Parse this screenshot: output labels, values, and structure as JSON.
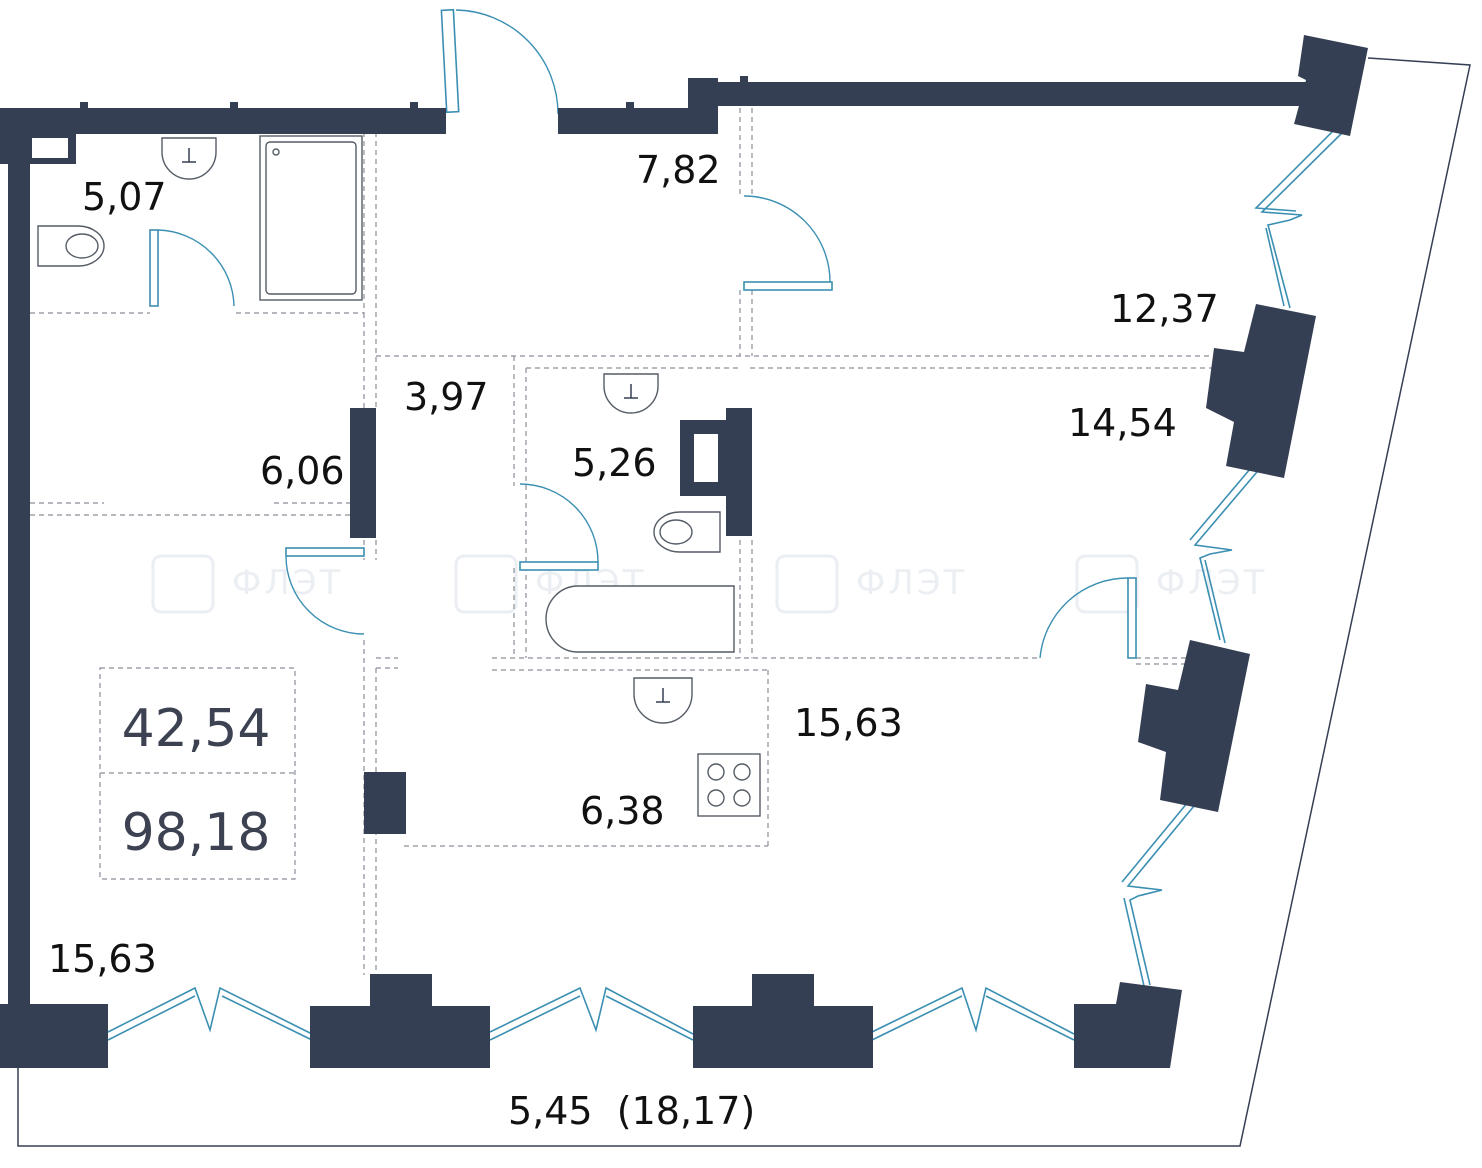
{
  "rooms": {
    "bathroom_left": "5,07",
    "entrance_hall": "7,82",
    "bedroom_top_right": "12,37",
    "bedroom_right": "14,54",
    "corridor": "3,97",
    "bathroom_center": "5,26",
    "wardrobe": "6,06",
    "living_room": "15,63",
    "kitchen": "6,38",
    "room_bottom_left": "15,63",
    "balcony": "5,45  (18,17)"
  },
  "summary": {
    "living_area": "42,54",
    "total_area": "98,18"
  },
  "watermark": {
    "brand": "ФЛЭТ"
  },
  "colors": {
    "wall": "#353f54",
    "window": "#3b8fb2",
    "dashed_partition": "#8a8f99",
    "background": "#ffffff"
  }
}
